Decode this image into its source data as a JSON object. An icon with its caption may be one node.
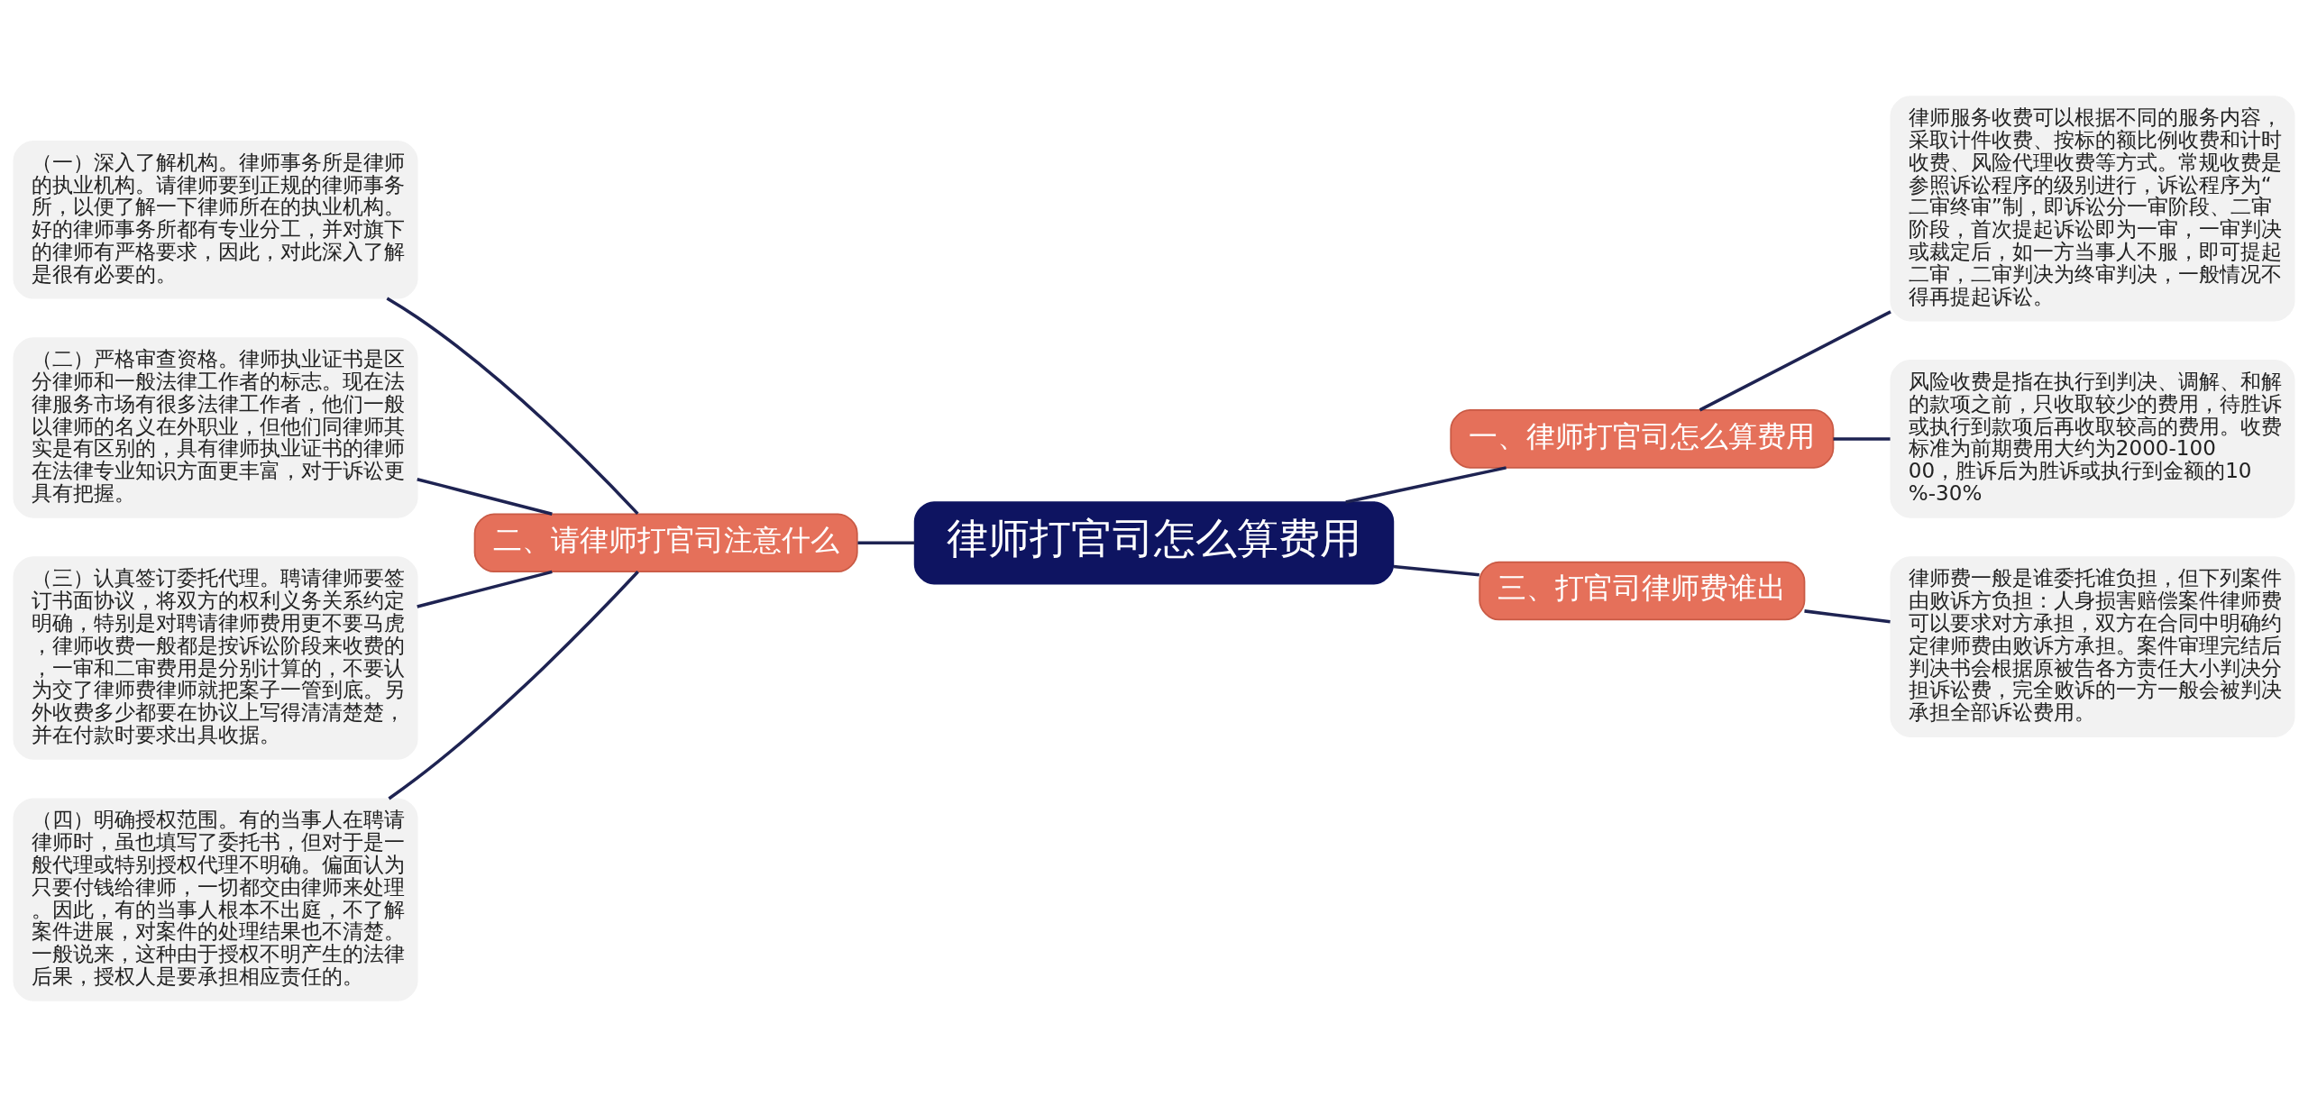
{
  "diagram": {
    "nodes": [
      {
        "text": [
          "律师打官司怎么算费用"
        ]
      },
      {
        "text": [
          "一、律师打官司怎么算费用"
        ]
      },
      {
        "text": [
          "律师服务收费可以根据不同的服务内容，采取计件收费、按标的额比例收费和计时收费、风险代理收费等方式。常规收费是参照诉讼程序的级别进行，诉讼程序为“二审终审”制，即诉讼分一审阶段、二审阶段，首次提起诉讼即为一审，一审判决或裁定后，如一方当事人不服，即可提起二审，二审判决为终审判决，一般情况不得再提起诉讼。"
        ]
      },
      {
        "text": [
          "风险收费是指在执行到判决、调解、和解的款项之前，只收取较少的费用，待胜诉或执行到款项后再收取较高的费用。收费标准为前期费用大约为2000-10000，胜诉后为胜诉或执行到金额的10%-30%"
        ]
      },
      {
        "text": [
          "二、请律师打官司注意什么"
        ]
      },
      {
        "text": [
          "（一）深入了解机构。律师事务所是律师的执业机构。请律师要到正规的律师事务所，以便了解一下律师所在的执业机构。好的律师事务所都有专业分工，并对旗下的律师有严格要求，因此，对此深入了解是很有必要的。"
        ]
      },
      {
        "text": [
          "（二）严格审查资格。律师执业证书是区分律师和一般法律工作者的标志。现在法律服务市场有很多法律工作者，他们一般以律师的名义在外职业，但他们同律师其实是有区别的，具有律师执业证书的律师在法律专业知识方面更丰富，对于诉讼更具有把握。"
        ]
      },
      {
        "text": [
          "（三）认真签订委托代理。聘请律师要签订书面协议，将双方的权利义务关系约定明确，特别是对聘请律师费用更不要马虎，律师收费一般都是按诉讼阶段来收费的，一审和二审费用是分别计算的，不要认为交了律师费律师就把案子一管到底。另外收费多少都要在协议上写得清清楚楚，并在付款时要求出具收据。"
        ]
      },
      {
        "text": [
          "（四）明确授权范围。有的当事人在聘请律师时，虽也填写了委托书，但对于是一般代理或特别授权代理不明确。偏面认为只要付钱给律师，一切都交由律师来处理。因此，有的当事人根本不出庭，不了解案件进展，对案件的处理结果也不清楚。一般说来，这种由于授权不明产生的法律后果，授权人是要承担相应责任的。"
        ]
      },
      {
        "text": [
          "三、打官司律师费谁出"
        ]
      },
      {
        "text": [
          "律师费一般是谁委托谁负担，但下列案件由败诉方负担：人身损害赔偿案件律师费可以要求对方承担，双方在合同中明确约定律师费由败诉方承担。案件审理完结后判决书会根据原被告各方责任大小判决分担诉讼费，完全败诉的一方一般会被判决承担全部诉讼费用。"
        ]
      }
    ],
    "edges": [
      {
        "from": 0,
        "to": 1,
        "arrow": "none"
      },
      {
        "from": 1,
        "to": 2,
        "arrow": "none"
      },
      {
        "from": 1,
        "to": 3,
        "arrow": "none"
      },
      {
        "from": 0,
        "to": 4,
        "arrow": "none"
      },
      {
        "from": 4,
        "to": 5,
        "arrow": "none"
      },
      {
        "from": 4,
        "to": 6,
        "arrow": "none"
      },
      {
        "from": 4,
        "to": 7,
        "arrow": "none"
      },
      {
        "from": 4,
        "to": 8,
        "arrow": "none"
      },
      {
        "from": 0,
        "to": 9,
        "arrow": "none"
      },
      {
        "from": 9,
        "to": 10,
        "arrow": "none"
      }
    ]
  }
}
